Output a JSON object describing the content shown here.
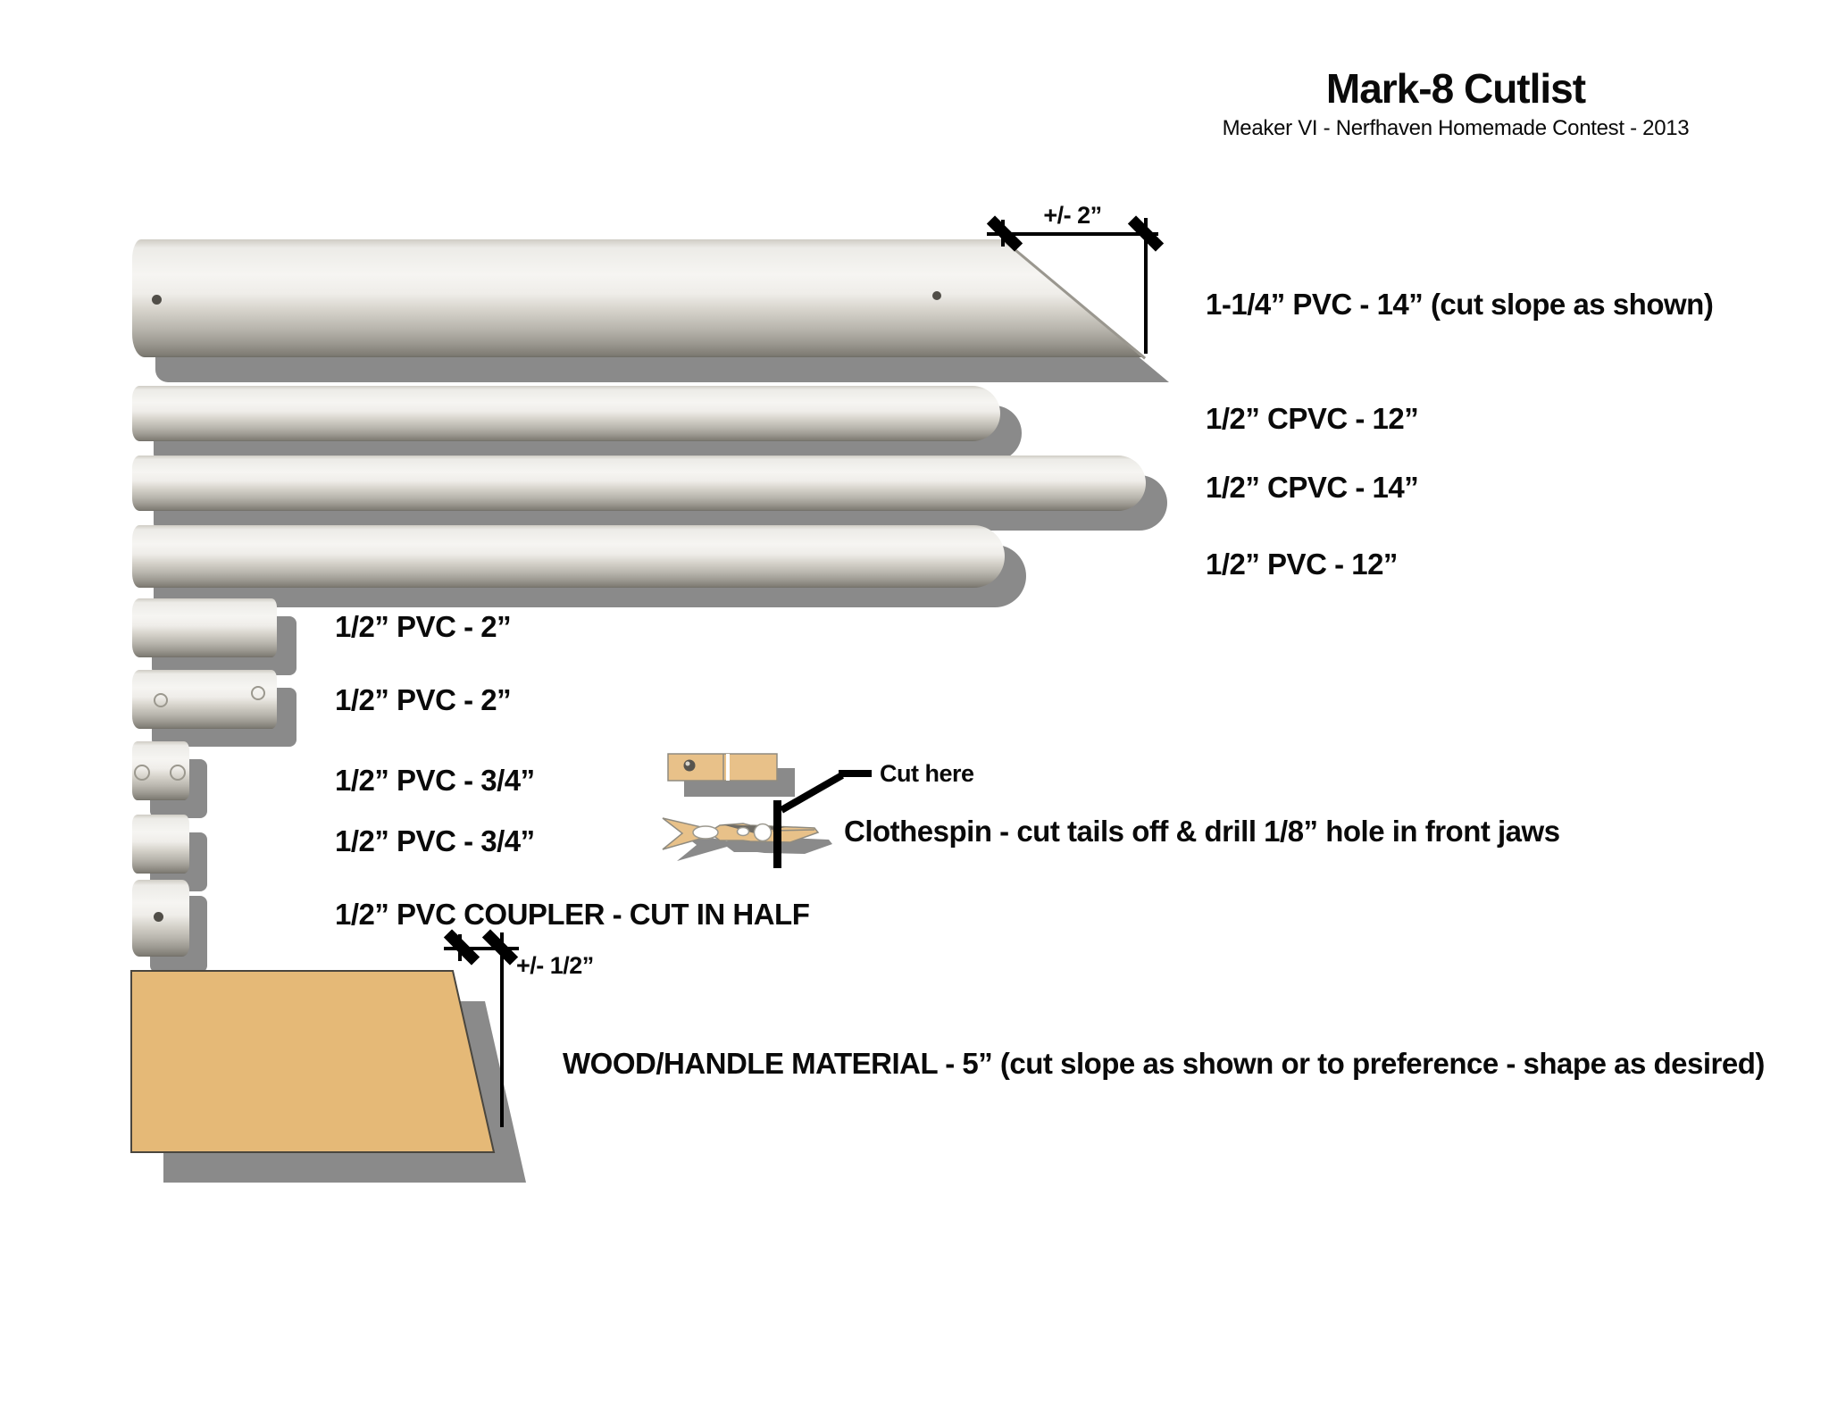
{
  "header": {
    "title": "Mark-8 Cutlist",
    "subtitle": "Meaker VI - Nerfhaven Homemade Contest - 2013"
  },
  "dimensions": {
    "pipe1_tolerance": "+/- 2”",
    "wood_tolerance": "+/- 1/2”"
  },
  "callouts": {
    "cut_here": "Cut here"
  },
  "parts": [
    {
      "label": "1-1/4” PVC - 14” (cut slope as shown)"
    },
    {
      "label": "1/2” CPVC - 12”"
    },
    {
      "label": "1/2” CPVC - 14”"
    },
    {
      "label": "1/2” PVC - 12”"
    },
    {
      "label": "1/2” PVC - 2”"
    },
    {
      "label": "1/2” PVC - 2”"
    },
    {
      "label": "1/2” PVC - 3/4”"
    },
    {
      "label": "1/2” PVC - 3/4”"
    },
    {
      "label": "1/2” PVC COUPLER - CUT IN HALF"
    },
    {
      "label": "Clothespin - cut tails off & drill 1/8” hole in front jaws"
    },
    {
      "label": "WOOD/HANDLE MATERIAL - 5” (cut slope as shown or to preference - shape as desired)"
    }
  ],
  "colors": {
    "pipe_highlight": "#f6f5f2",
    "shadow": "#8a8a8a",
    "wood": "#e5b977",
    "clothespin": "#e8c189"
  }
}
